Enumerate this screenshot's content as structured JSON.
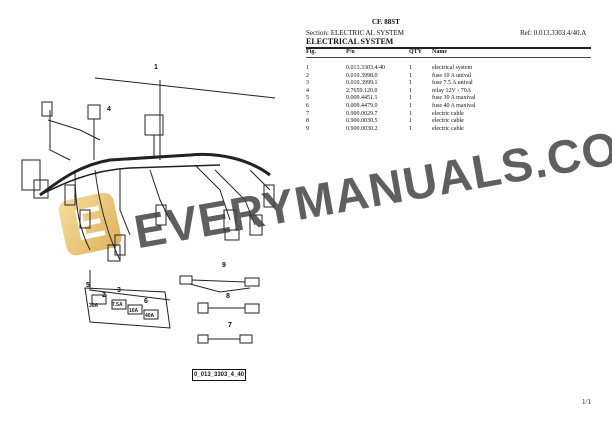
{
  "header": {
    "code": "CF. 88ST",
    "section": "Section: ELECTRIC AL SYSTEM",
    "ref": "Ref: 0.013.3303.4/40.A",
    "title": "ELECTRICAL SYSTEM"
  },
  "table": {
    "columns": [
      "Fig.",
      "P/n",
      "QTY",
      "Name"
    ],
    "rows": [
      [
        "1",
        "0.013.3303.4/40",
        "1",
        "electrical system"
      ],
      [
        "2",
        "0.010.3998.0",
        "1",
        "fuse 10 A unival"
      ],
      [
        "3",
        "0.010.3999.1",
        "1",
        "fuse 7.5 A unival"
      ],
      [
        "4",
        "2.7659.120.0",
        "1",
        "relay 12V - 70A"
      ],
      [
        "5",
        "0.009.4451.1",
        "1",
        "fuse 30 A maxival"
      ],
      [
        "6",
        "0.009.4479.0",
        "1",
        "fuse 40 A maxival"
      ],
      [
        "7",
        "0.900.0029.7",
        "1",
        "electric cable"
      ],
      [
        "8",
        "0.900.0030.5",
        "1",
        "electric cable"
      ],
      [
        "9",
        "0.900.0030.2",
        "1",
        "electric cable"
      ]
    ]
  },
  "diagram": {
    "label": "0_013_3303_4_40",
    "callouts": [
      "1",
      "4",
      "9",
      "8",
      "7",
      "5",
      "3",
      "2",
      "6"
    ],
    "fuse_labels": [
      "30A",
      "7.5A",
      "10A",
      "40A"
    ]
  },
  "watermark": {
    "text": "EVERYMANUALS.COM",
    "logo_letter": "E"
  },
  "footer": {
    "page": "1/1"
  }
}
